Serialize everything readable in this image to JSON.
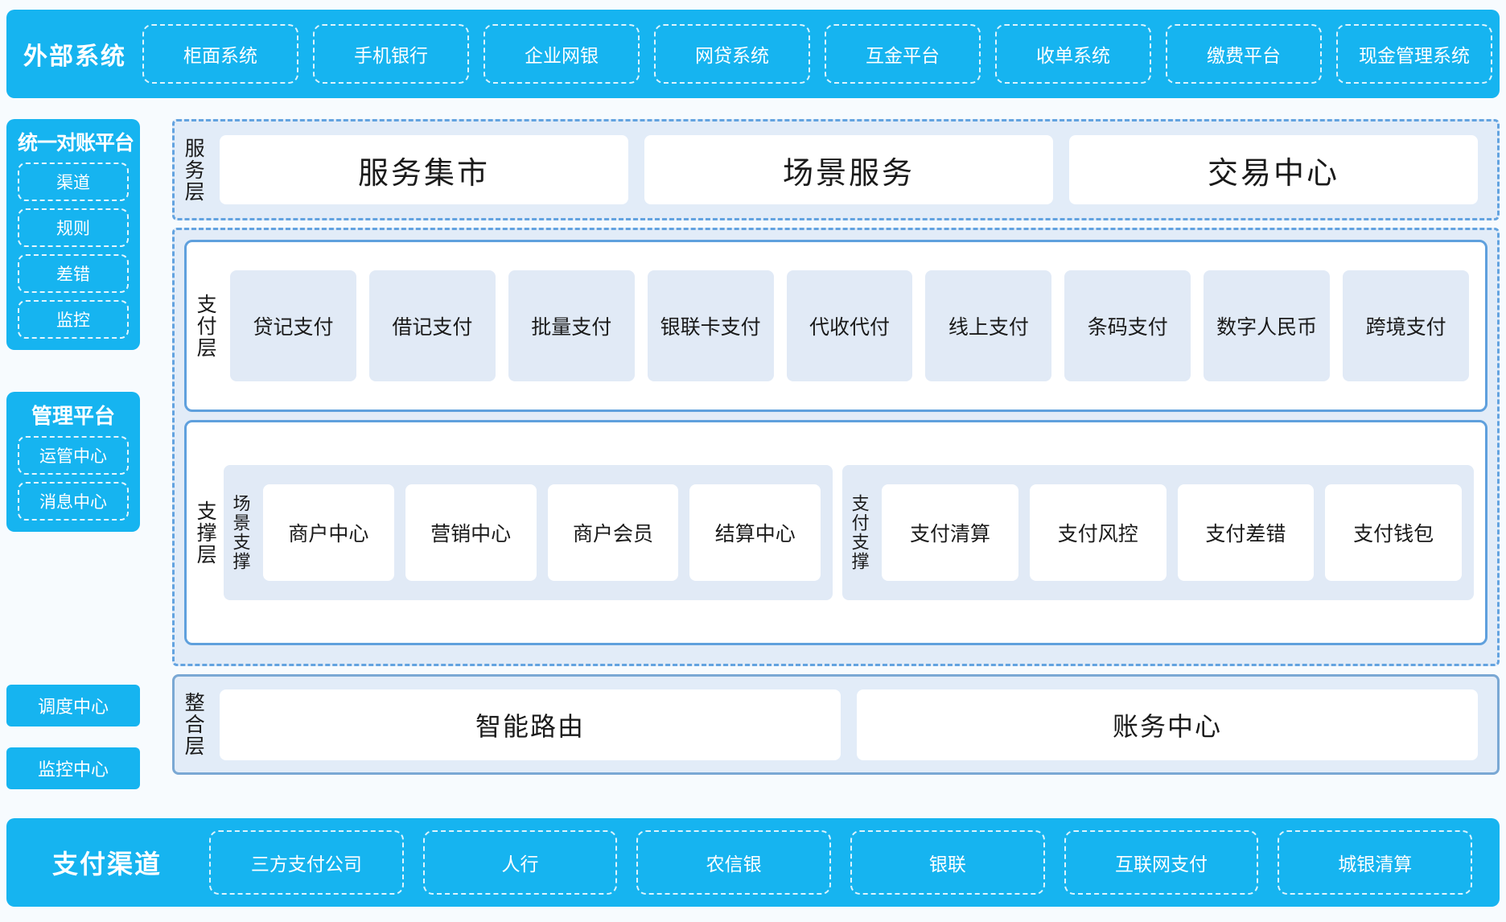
{
  "theme": {
    "cyan": "#16b4f0",
    "dashed_blue": "#63a3e0",
    "panel_fill": "#e2ecf8",
    "card_fill": "#e1eaf6",
    "solid_border": "#5fa0dd"
  },
  "external_systems": {
    "title": "外部系统",
    "items": [
      "柜面系统",
      "手机银行",
      "企业网银",
      "网贷系统",
      "互金平台",
      "收单系统",
      "缴费平台",
      "现金管理系统"
    ]
  },
  "sidebar": {
    "reconcile_platform": {
      "title": "统一对账平台",
      "items": [
        "渠道",
        "规则",
        "差错",
        "监控"
      ]
    },
    "management_platform": {
      "title": "管理平台",
      "items": [
        "运管中心",
        "消息中心"
      ]
    },
    "standalone": [
      "调度中心",
      "监控中心"
    ]
  },
  "service_layer": {
    "label": "服务层",
    "items": [
      "服务集市",
      "场景服务",
      "交易中心"
    ]
  },
  "payment_layer": {
    "label": "支付层",
    "items": [
      "贷记支付",
      "借记支付",
      "批量支付",
      "银联卡支付",
      "代收代付",
      "线上支付",
      "条码支付",
      "数字人民币",
      "跨境支付"
    ]
  },
  "support_layer": {
    "label": "支撑层",
    "groups": [
      {
        "label": "场景支撑",
        "items": [
          "商户中心",
          "营销中心",
          "商户会员",
          "结算中心"
        ]
      },
      {
        "label": "支付支撑",
        "items": [
          "支付清算",
          "支付风控",
          "支付差错",
          "支付钱包"
        ]
      }
    ]
  },
  "integration_layer": {
    "label": "整合层",
    "items": [
      "智能路由",
      "账务中心"
    ]
  },
  "payment_channels": {
    "title": "支付渠道",
    "items": [
      "三方支付公司",
      "人行",
      "农信银",
      "银联",
      "互联网支付",
      "城银清算"
    ]
  }
}
